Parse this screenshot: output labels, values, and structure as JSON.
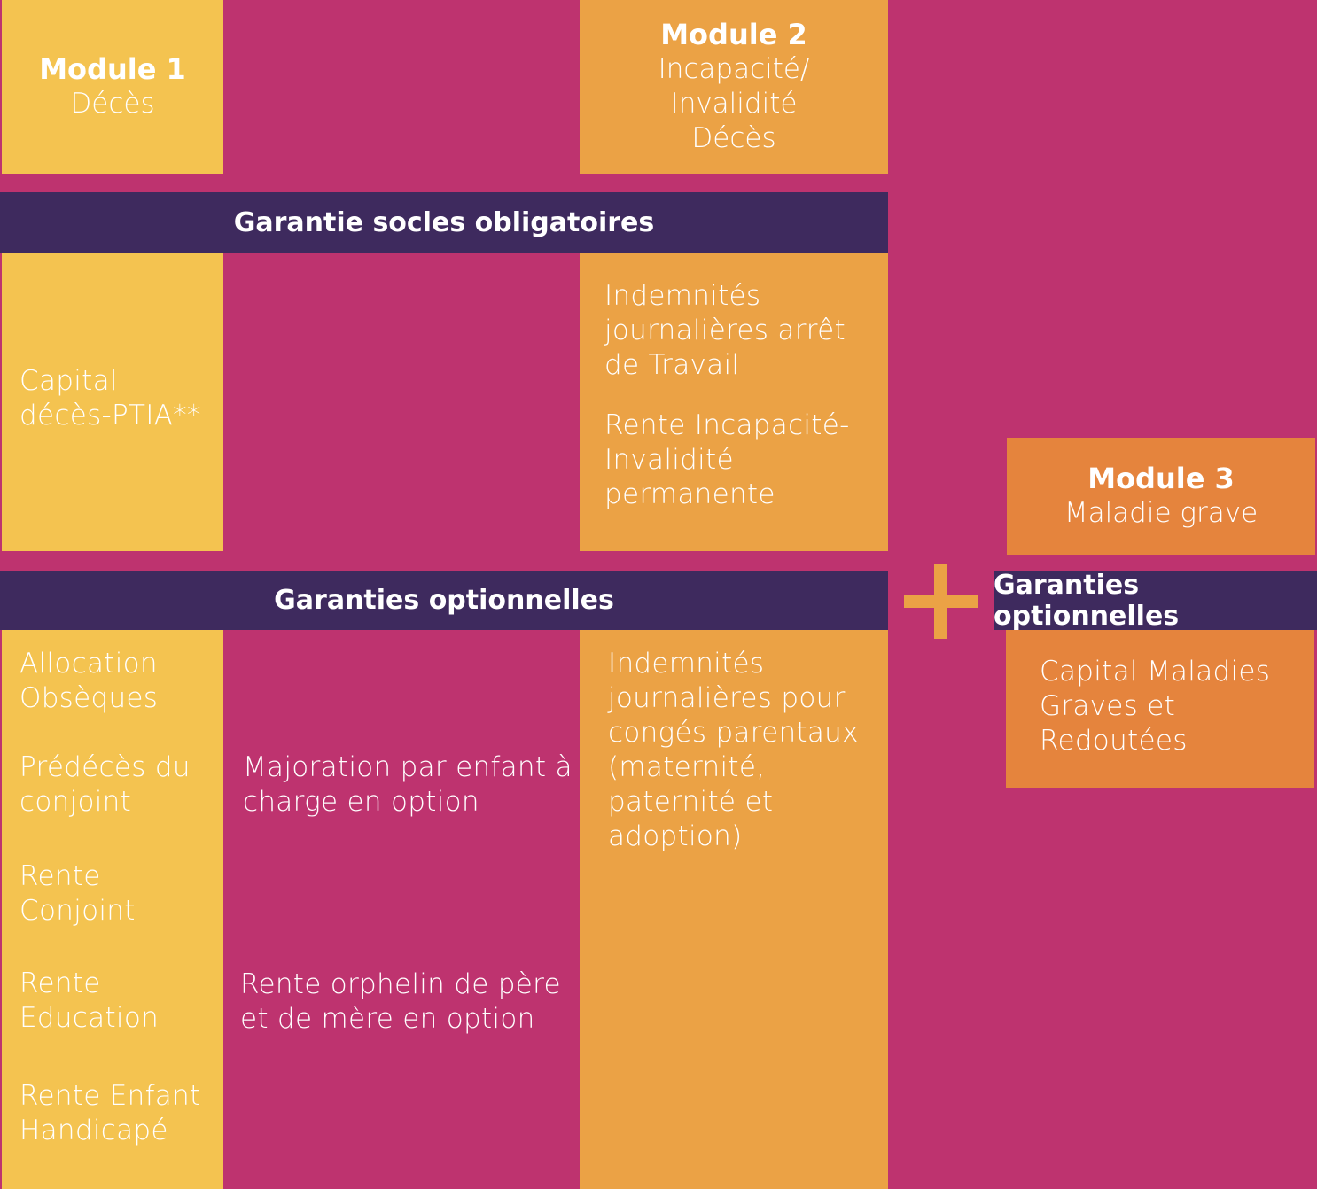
{
  "module1": {
    "title": "Module 1",
    "subtitle": "Décès"
  },
  "module2": {
    "title": "Module 2",
    "subtitle": "Incapacité/\nInvalidité\nDécès"
  },
  "module3": {
    "title": "Module 3",
    "subtitle": "Maladie grave"
  },
  "bar_socles": "Garantie socles obligatoires",
  "bar_optionnelles": "Garanties optionnelles",
  "bar_optionnelles_m3": "Garanties optionnelles",
  "socles": {
    "m1_capital": "Capital\ndécès-PTIA**",
    "m2_indemnites": "Indemnités\njournalières arrêt\nde Travail",
    "m2_rente": "Rente Incapacité-\nInvalidité\npermanente"
  },
  "optionnelles": {
    "m1": {
      "allocation": "Allocation\nObsèques",
      "predeces": "Prédécès du\nconjoint",
      "rente_conjoint": "Rente\nConjoint",
      "rente_education": "Rente\nEducation",
      "rente_enfant": "Rente Enfant\nHandicapé"
    },
    "middle": {
      "majoration": "Majoration par enfant à\ncharge en option",
      "orphelin": "Rente orphelin de père\net de mère en option"
    },
    "m2_conges": "Indemnités\njournalières pour\ncongés parentaux\n(maternité,\npaternité et\nadoption)",
    "m3_capital": "Capital Maladies\nGraves et\nRedoutées"
  },
  "colors": {
    "yellow": "#f4c350",
    "orange": "#eba245",
    "deep_orange": "#e5843d",
    "bar": "#3e2a5e",
    "background": "#be336f"
  }
}
